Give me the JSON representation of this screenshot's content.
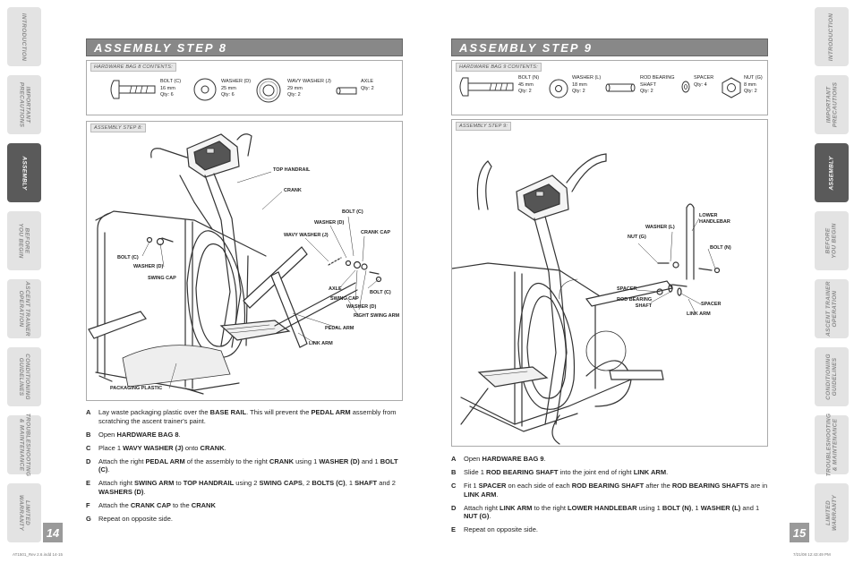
{
  "tabs": [
    {
      "label": "INTRODUCTION"
    },
    {
      "label": "IMPORTANT\nPRECAUTIONS"
    },
    {
      "label": "ASSEMBLY"
    },
    {
      "label": "BEFORE\nYOU BEGIN"
    },
    {
      "label": "ASCENT TRAINER\nOPERATION"
    },
    {
      "label": "CONDITIONING\nGUIDELINES"
    },
    {
      "label": "TROUBLESHOOTING\n& MAINTENANCE"
    },
    {
      "label": "LIMITED\nWARRANTY"
    }
  ],
  "left_page": {
    "page_number": "14",
    "title": "ASSEMBLY STEP 8",
    "hardware_label": "HARDWARE BAG 8 CONTENTS:",
    "hardware": [
      {
        "name": "BOLT (C)",
        "size": "16 mm",
        "qty": "Qty: 6"
      },
      {
        "name": "WASHER (D)",
        "size": "25 mm",
        "qty": "Qty: 6"
      },
      {
        "name": "WAVY WASHER (J)",
        "size": "29 mm",
        "qty": "Qty: 2"
      },
      {
        "name": "AXLE",
        "size": "",
        "qty": "Qty: 2"
      }
    ],
    "diagram_label": "ASSEMBLY STEP 8:",
    "callouts": {
      "top_handrail": "TOP HANDRAIL",
      "crank": "CRANK",
      "bolt_c_1": "BOLT (C)",
      "washer_d_1": "WASHER (D)",
      "crank_cap": "CRANK CAP",
      "wavy_washer": "WAVY WASHER (J)",
      "bolt_c_2": "BOLT (C)",
      "washer_d_2": "WASHER (D)",
      "swing_cap_1": "SWING CAP",
      "axle": "AXLE",
      "bolt_c_3": "BOLT (C)",
      "swing_cap_2": "SWING CAP",
      "washer_d_3": "WASHER (D)",
      "right_swing_arm": "RIGHT SWING ARM",
      "pedal_arm": "PEDAL ARM",
      "link_arm": "LINK ARM",
      "packaging_plastic": "PACKAGING PLASTIC"
    },
    "instructions": [
      {
        "letter": "A",
        "segments": [
          [
            "Lay waste packaging plastic over the ",
            false
          ],
          [
            "BASE RAIL",
            true
          ],
          [
            ". This will prevent the ",
            false
          ],
          [
            "PEDAL ARM",
            true
          ],
          [
            " assembly from scratching the ascent trainer's paint.",
            false
          ]
        ]
      },
      {
        "letter": "B",
        "segments": [
          [
            "Open ",
            false
          ],
          [
            "HARDWARE BAG 8",
            true
          ],
          [
            ".",
            false
          ]
        ]
      },
      {
        "letter": "C",
        "segments": [
          [
            "Place 1 ",
            false
          ],
          [
            "WAVY WASHER (J)",
            true
          ],
          [
            " onto ",
            false
          ],
          [
            "CRANK",
            true
          ],
          [
            ".",
            false
          ]
        ]
      },
      {
        "letter": "D",
        "segments": [
          [
            "Attach the right ",
            false
          ],
          [
            "PEDAL ARM",
            true
          ],
          [
            " of the assembly to the right ",
            false
          ],
          [
            "CRANK",
            true
          ],
          [
            " using 1 ",
            false
          ],
          [
            "WASHER (D)",
            true
          ],
          [
            " and 1 ",
            false
          ],
          [
            "BOLT (C)",
            true
          ],
          [
            ".",
            false
          ]
        ]
      },
      {
        "letter": "E",
        "segments": [
          [
            "Attach right ",
            false
          ],
          [
            "SWING ARM",
            true
          ],
          [
            " to ",
            false
          ],
          [
            "TOP HANDRAIL",
            true
          ],
          [
            " using 2 ",
            false
          ],
          [
            "SWING CAPS",
            true
          ],
          [
            ", 2 ",
            false
          ],
          [
            "BOLTS (C)",
            true
          ],
          [
            ", 1 ",
            false
          ],
          [
            "SHAFT",
            true
          ],
          [
            " and 2 ",
            false
          ],
          [
            "WASHERS (D)",
            true
          ],
          [
            ".",
            false
          ]
        ]
      },
      {
        "letter": "F",
        "segments": [
          [
            "Attach the ",
            false
          ],
          [
            "CRANK CAP",
            true
          ],
          [
            " to the ",
            false
          ],
          [
            "CRANK",
            true
          ]
        ]
      },
      {
        "letter": "G",
        "segments": [
          [
            "Repeat on opposite side.",
            false
          ]
        ]
      }
    ]
  },
  "right_page": {
    "page_number": "15",
    "title": "ASSEMBLY STEP 9",
    "hardware_label": "HARDWARE BAG 9 CONTENTS:",
    "hardware": [
      {
        "name": "BOLT (N)",
        "size": "45 mm",
        "qty": "Qty: 2"
      },
      {
        "name": "WASHER (L)",
        "size": "18 mm",
        "qty": "Qty: 2"
      },
      {
        "name": "ROD BEARING",
        "size": "SHAFT",
        "qty": "Qty: 2"
      },
      {
        "name": "SPACER",
        "size": "",
        "qty": "Qty: 4"
      },
      {
        "name": "NUT (G)",
        "size": "8 mm",
        "qty": "Qty: 2"
      }
    ],
    "diagram_label": "ASSEMBLY STEP 9:",
    "callouts": {
      "lower_handlebar": "LOWER\nHANDLEBAR",
      "washer_l": "WASHER (L)",
      "nut_g": "NUT (G)",
      "bolt_n": "BOLT (N)",
      "spacer_1": "SPACER",
      "rod_bearing_shaft": "ROD BEARING\nSHAFT",
      "spacer_2": "SPACER",
      "link_arm": "LINK ARM"
    },
    "instructions": [
      {
        "letter": "A",
        "segments": [
          [
            "Open ",
            false
          ],
          [
            "HARDWARE BAG 9",
            true
          ],
          [
            ".",
            false
          ]
        ]
      },
      {
        "letter": "B",
        "segments": [
          [
            "Slide 1 ",
            false
          ],
          [
            "ROD BEARING SHAFT",
            true
          ],
          [
            " into the joint end of right ",
            false
          ],
          [
            "LINK ARM",
            true
          ],
          [
            ".",
            false
          ]
        ]
      },
      {
        "letter": "C",
        "segments": [
          [
            "Fit 1 ",
            false
          ],
          [
            "SPACER",
            true
          ],
          [
            " on each side of each ",
            false
          ],
          [
            "ROD BEARING SHAFT",
            true
          ],
          [
            " after the ",
            false
          ],
          [
            "ROD BEARING SHAFTS",
            true
          ],
          [
            " are in ",
            false
          ],
          [
            "LINK ARM",
            true
          ],
          [
            ".",
            false
          ]
        ]
      },
      {
        "letter": "D",
        "segments": [
          [
            "Attach right ",
            false
          ],
          [
            "LINK ARM",
            true
          ],
          [
            " to the right ",
            false
          ],
          [
            "LOWER HANDLEBAR",
            true
          ],
          [
            " using 1 ",
            false
          ],
          [
            "BOLT (N)",
            true
          ],
          [
            ", 1 ",
            false
          ],
          [
            "WASHER (L)",
            true
          ],
          [
            " and 1 ",
            false
          ],
          [
            "NUT (G)",
            true
          ],
          [
            ".",
            false
          ]
        ]
      },
      {
        "letter": "E",
        "segments": [
          [
            "Repeat on opposite side.",
            false
          ]
        ]
      }
    ]
  },
  "footer": {
    "left": "AT1501_Rev 2.6.indd   14-15",
    "right": "7/21/08   12:43:49 PM"
  }
}
